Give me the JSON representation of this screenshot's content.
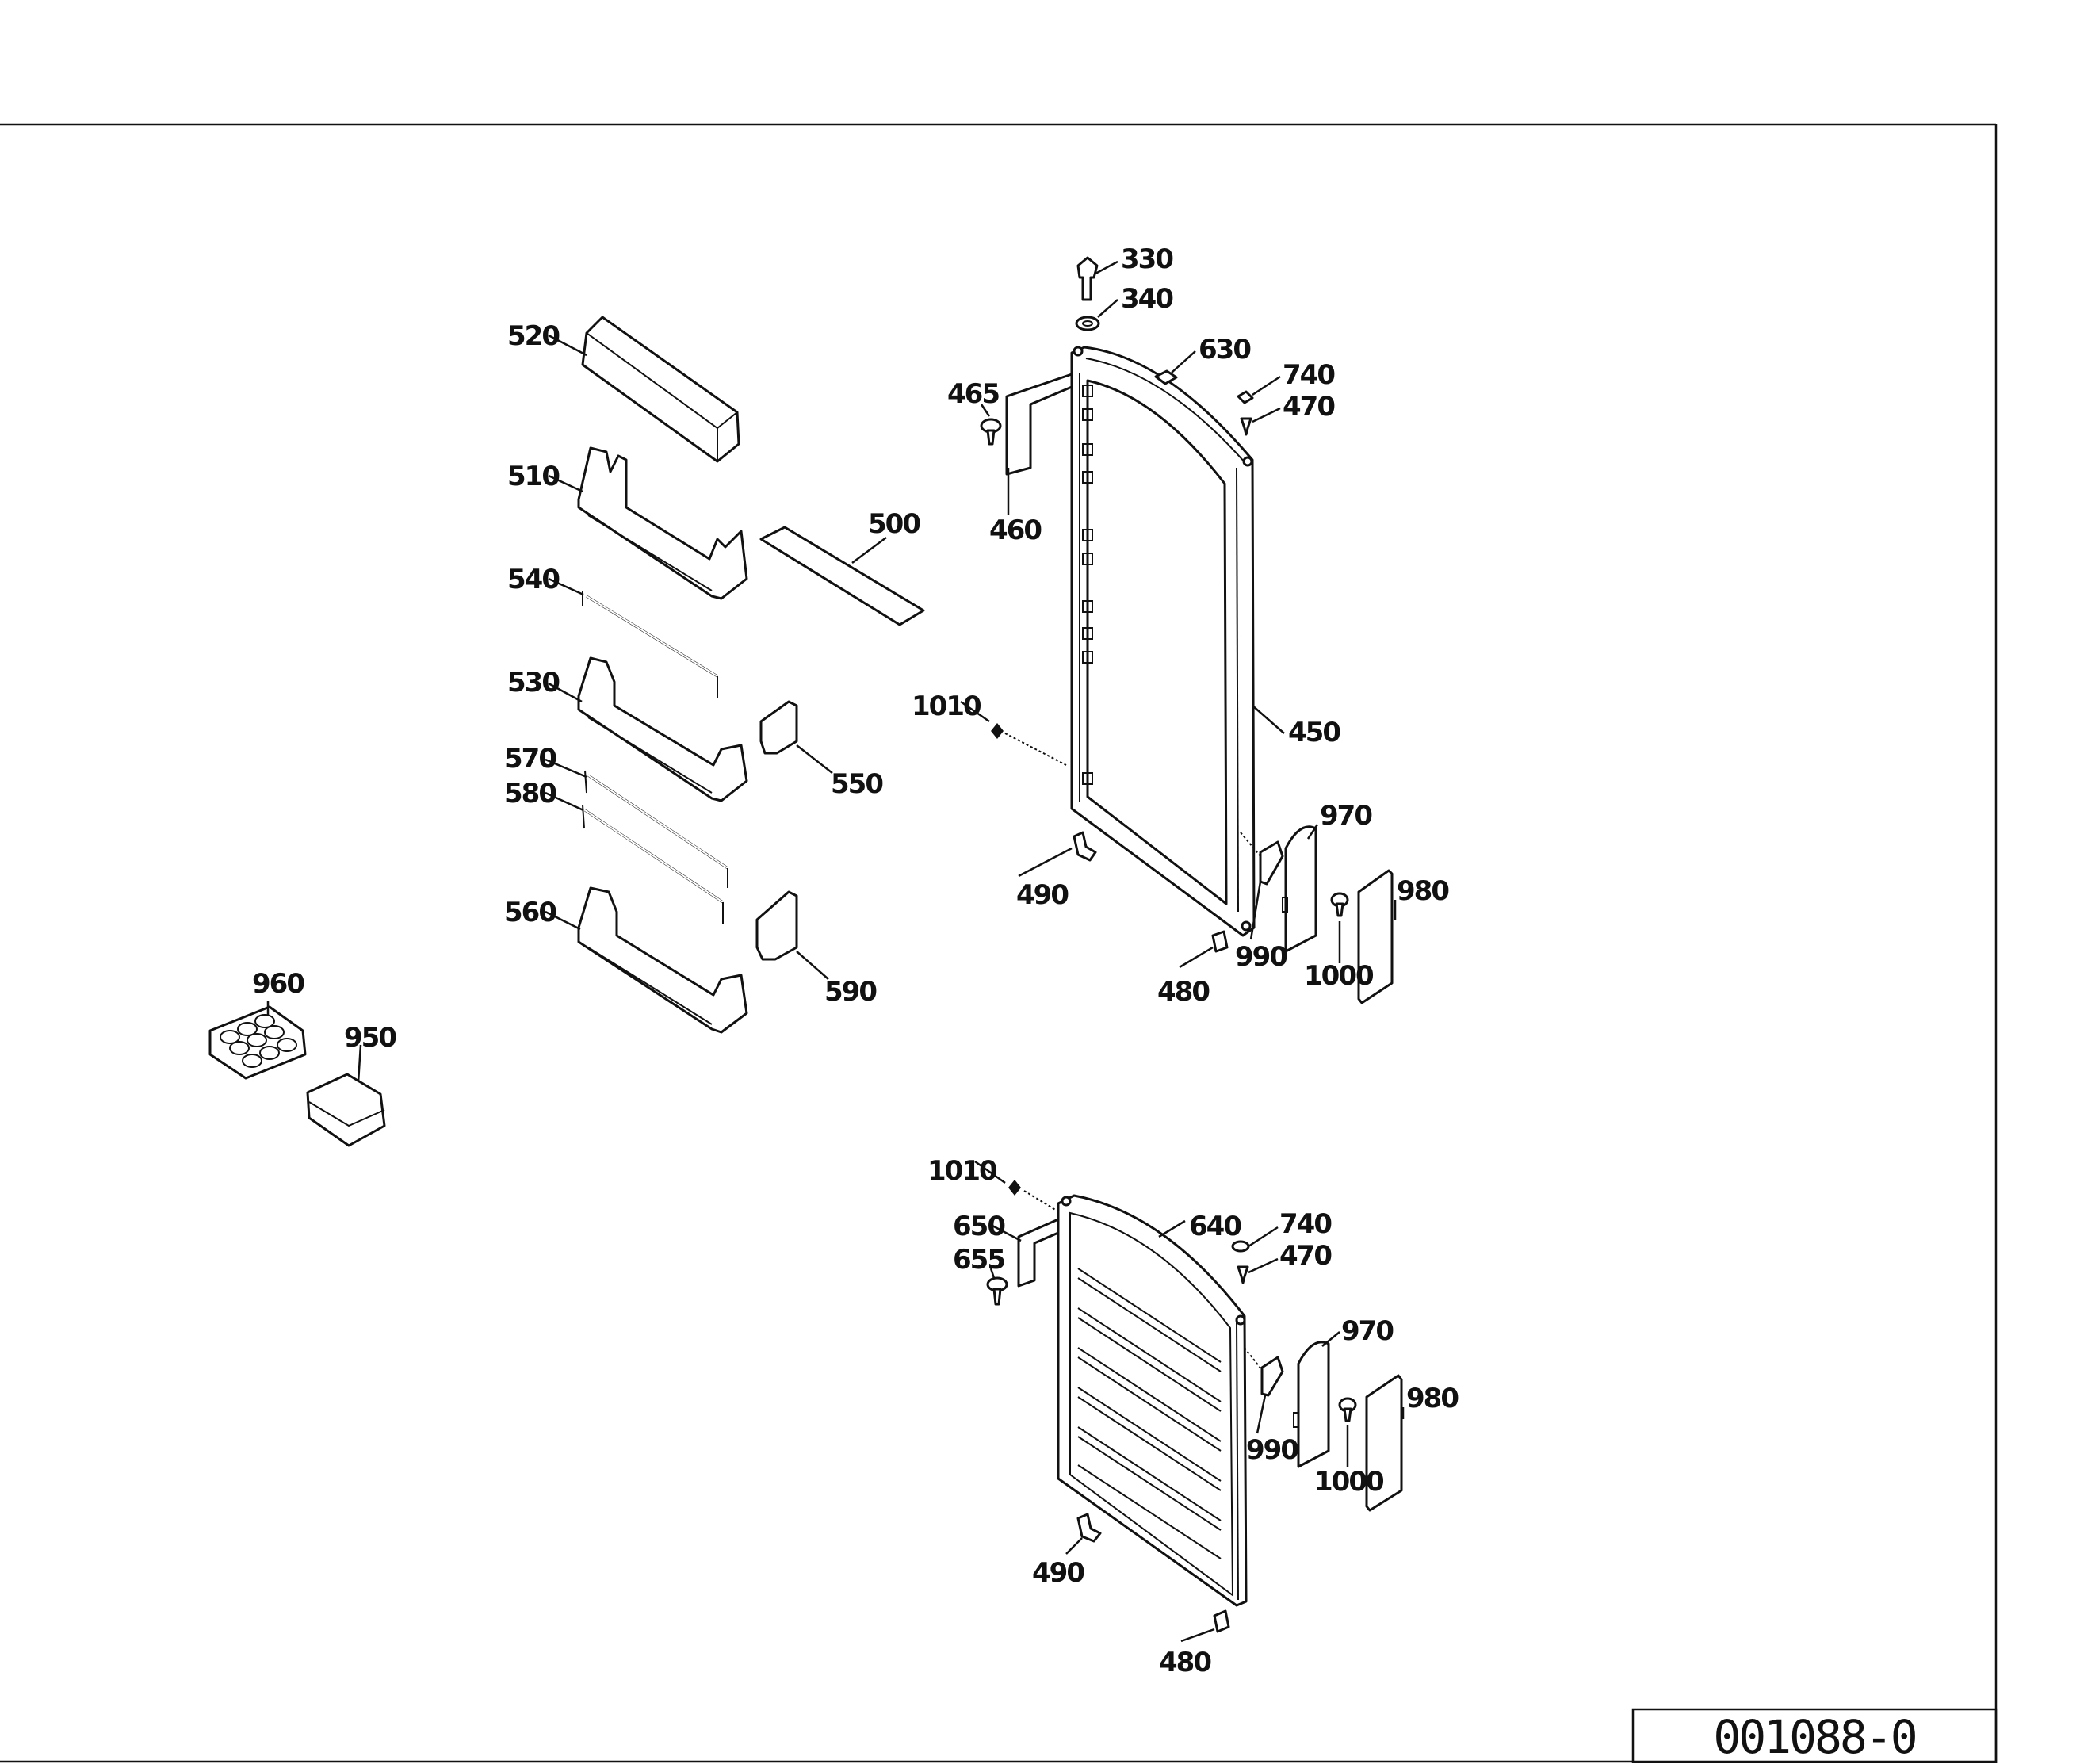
{
  "drawing_number": "001088-0",
  "labels": {
    "l330": "330",
    "l340": "340",
    "l630": "630",
    "l740a": "740",
    "l470a": "470",
    "l465": "465",
    "l460": "460",
    "l520": "520",
    "l510": "510",
    "l500": "500",
    "l540": "540",
    "l530": "530",
    "l550": "550",
    "l570": "570",
    "l580": "580",
    "l560": "560",
    "l590": "590",
    "l1010a": "1010",
    "l450": "450",
    "l970a": "970",
    "l980a": "980",
    "l490a": "490",
    "l990a": "990",
    "l1000a": "1000",
    "l480a": "480",
    "l960": "960",
    "l950": "950",
    "l1010b": "1010",
    "l650": "650",
    "l640": "640",
    "l655": "655",
    "l740b": "740",
    "l470b": "470",
    "l970b": "970",
    "l980b": "980",
    "l990b": "990",
    "l1000b": "1000",
    "l490b": "490",
    "l480b": "480"
  }
}
